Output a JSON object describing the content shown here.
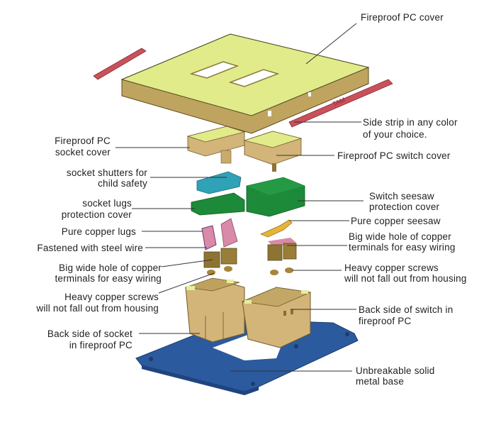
{
  "title": "Exploded view of fireproof PC socket and switch assembly",
  "colors": {
    "cover_top": "#e1eb8a",
    "cover_side": "#bfa45f",
    "side_strip": "#c9515c",
    "shutter": "#2fa2b7",
    "protection_cover": "#1d8a3a",
    "copper_lug": "#d98aa8",
    "terminal": "#8e7432",
    "seesaw": "#e5b53a",
    "housing": "#d3b479",
    "metal_base": "#2c5a9e",
    "leader_line": "#333333"
  },
  "strip_marking": "TAM",
  "labels": {
    "fireproof_pc_cover": "Fireproof PC cover",
    "side_strip": [
      "Side strip in any color",
      "of your choice."
    ],
    "socket_cover": [
      "Fireproof PC",
      "socket cover"
    ],
    "switch_cover": "Fireproof PC switch cover",
    "socket_shutters": [
      "socket shutters for",
      "child safety"
    ],
    "socket_lugs_cover": [
      "socket lugs",
      "protection cover"
    ],
    "seesaw_cover": [
      "Switch seesaw",
      "protection cover"
    ],
    "copper_lugs": "Pure copper lugs",
    "copper_seesaw": "Pure copper seesaw",
    "steel_wire": "Fastened with steel wire",
    "terminals_right": [
      "Big wide hole of copper",
      "terminals for easy wiring"
    ],
    "terminals_left": [
      "Big wide hole of copper",
      "terminals for easy wiring"
    ],
    "screws_right": [
      "Heavy copper screws",
      "will not fall out from housing"
    ],
    "screws_left": [
      "Heavy copper screws",
      "will not fall out from housing"
    ],
    "switch_back": [
      "Back side of switch in",
      "fireproof PC"
    ],
    "socket_back": [
      "Back side of socket",
      "in fireproof PC"
    ],
    "metal_base": [
      "Unbreakable solid",
      "metal base"
    ]
  }
}
